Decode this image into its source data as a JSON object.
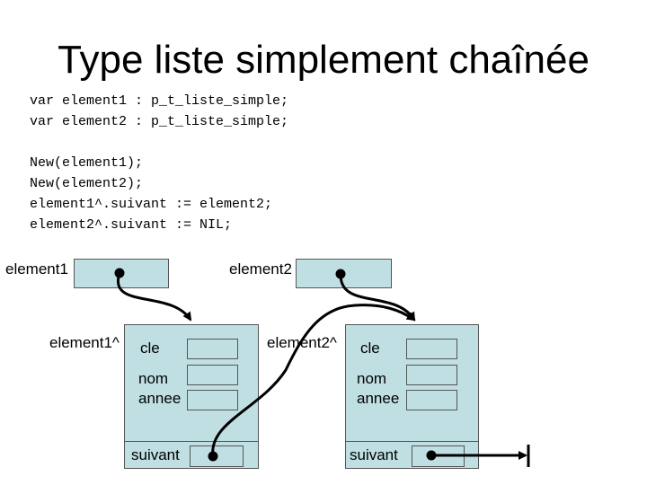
{
  "title": "Type liste simplement chaînée",
  "declarations": [
    "var element1 : p_t_liste_simple;",
    "var element2 : p_t_liste_simple;"
  ],
  "statements": [
    "New(element1);",
    "New(element2);",
    "element1^.suivant := element2;",
    "element2^.suivant := NIL;"
  ],
  "pointers": {
    "element1": "element1",
    "element2": "element2"
  },
  "records": [
    {
      "name": "element1^",
      "fields": [
        "cle",
        "nom",
        "annee"
      ],
      "next_label": "suivant"
    },
    {
      "name": "element2^",
      "fields": [
        "cle",
        "nom",
        "annee"
      ],
      "next_label": "suivant"
    }
  ],
  "colors": {
    "box_fill": "#bfdfe3",
    "border": "#555555",
    "arrow": "#000000"
  }
}
